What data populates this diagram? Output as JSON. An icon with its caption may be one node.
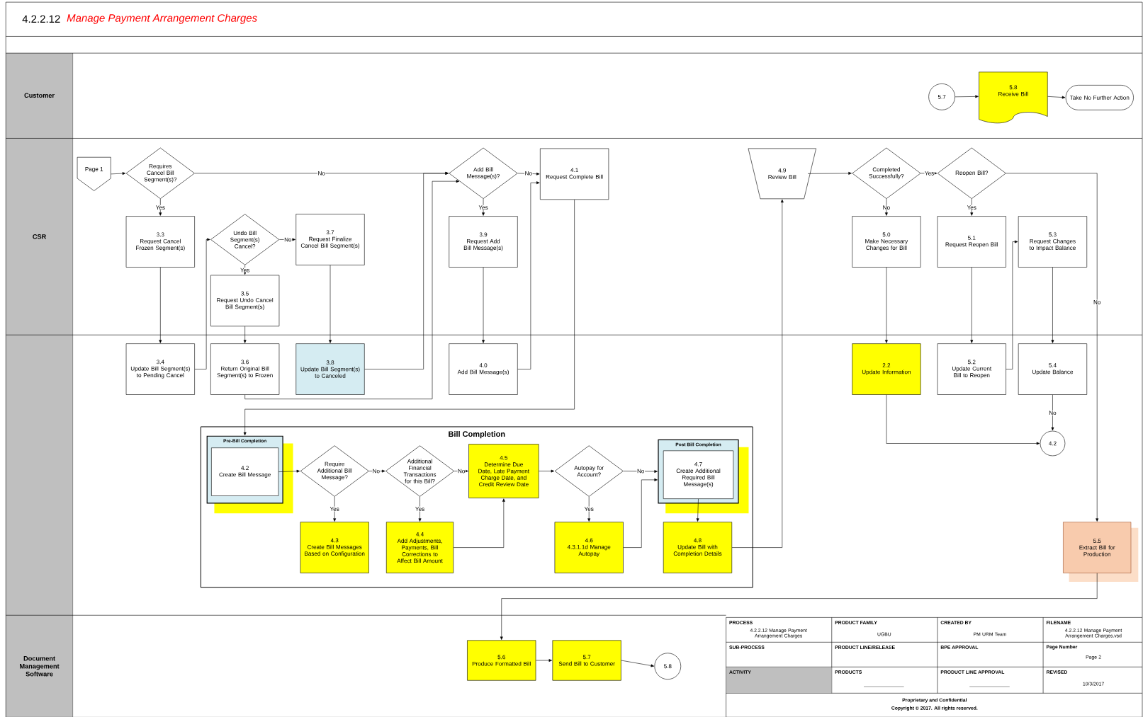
{
  "diagram": {
    "title": "Manage Payment Arrangement Charges",
    "nodes": [
      {
        "text": [
          "Page 1"
        ]
      },
      {
        "text": [
          "Requires Cancel Bill Segment(s)?"
        ]
      },
      {
        "text": [
          "3.3",
          "Request Cancel Frozen Segment(s)"
        ]
      },
      {
        "text": [
          "Undo Bill Segment(s) Cancel?"
        ]
      },
      {
        "text": [
          "3.7",
          "Request Finalize Cancel Bill Segment(s)"
        ]
      },
      {
        "text": [
          "3.5",
          "Request Undo Cancel Bill Segment(s)"
        ]
      },
      {
        "text": [
          "3.4",
          "Update Bill Segment(s) to Pending Cancel"
        ]
      },
      {
        "text": [
          "3.6",
          "Return Original Bill Segment(s) to Frozen"
        ]
      },
      {
        "text": [
          "3.8",
          "Update Bill Segment(s) to Canceled"
        ]
      },
      {
        "text": [
          "Add Bill Message(s)?"
        ]
      },
      {
        "text": [
          "4.1",
          "Request Complete Bill"
        ]
      },
      {
        "text": [
          "3.9",
          "Request Add Bill Message(s)"
        ]
      },
      {
        "text": [
          "4.0",
          "Add Bill Message(s)"
        ]
      },
      {
        "text": [
          "Bill Completion"
        ]
      },
      {
        "text": [
          "Pre-Bill Completion"
        ],
        "in": 13
      },
      {
        "text": [
          "4.2",
          "Create Bill Message"
        ],
        "in": 14
      },
      {
        "text": [
          "Require Additional Bill Message?"
        ],
        "in": 13
      },
      {
        "text": [
          "Additional Financial Transactions for this Bill?"
        ],
        "in": 13
      },
      {
        "text": [
          "4.5",
          "Determine Due Date, Late Payment Charge Date, and Credit Review Date"
        ],
        "in": 13
      },
      {
        "text": [
          "Autopay for Account?"
        ],
        "in": 13
      },
      {
        "text": [
          "Post Bill Completion"
        ],
        "in": 13
      },
      {
        "text": [
          "4.7",
          "Create Additional Required Bill Message(s)"
        ],
        "in": 20
      },
      {
        "text": [
          "4.3",
          "Create Bill Messages Based on Configuration"
        ],
        "in": 13
      },
      {
        "text": [
          "4.4",
          "Add Adjustments, Payments, Bill Corrections to Affect Bill Amount"
        ],
        "in": 13
      },
      {
        "text": [
          "4.6",
          "4.3.1.1d Manage Autopay"
        ],
        "in": 13
      },
      {
        "text": [
          "4.8",
          "Update Bill with Completion Details"
        ],
        "in": 13
      },
      {
        "text": [
          "4.9",
          "Review Bill"
        ]
      },
      {
        "text": [
          "Completed Successfully?"
        ]
      },
      {
        "text": [
          "Reopen Bill?"
        ]
      },
      {
        "text": [
          "5.0",
          "Make Necessary Changes for Bill"
        ]
      },
      {
        "text": [
          "5.1",
          "Request Reopen Bill"
        ]
      },
      {
        "text": [
          "5.3",
          "Request Changes to Impact Balance"
        ]
      },
      {
        "text": [
          "2.2",
          "Update Information"
        ]
      },
      {
        "text": [
          "5.2",
          "Update Current Bill to Reopen"
        ]
      },
      {
        "text": [
          "5.4",
          "Update Balance"
        ]
      },
      {
        "text": [
          "4.2"
        ]
      },
      {
        "text": [
          "5.5",
          "Extract Bill for Production"
        ]
      },
      {
        "text": [
          "5.7"
        ]
      },
      {
        "text": [
          "5.8",
          "Receive Bill"
        ]
      },
      {
        "text": [
          "Take No Further Action"
        ]
      },
      {
        "text": [
          "5.6",
          "Produce Formatted Bill"
        ]
      },
      {
        "text": [
          "5.7",
          "Send Bill to Customer"
        ]
      },
      {
        "text": [
          "5.8"
        ]
      }
    ],
    "edges": [
      {
        "from": 0,
        "to": 1,
        "arrow": "to"
      },
      {
        "from": 1,
        "to": 9,
        "arrow": "to",
        "label": "No"
      },
      {
        "from": 1,
        "to": 2,
        "arrow": "to",
        "label": "Yes"
      },
      {
        "from": 2,
        "to": 6,
        "arrow": "to"
      },
      {
        "from": 6,
        "to": 3,
        "arrow": "to"
      },
      {
        "from": 3,
        "to": 4,
        "arrow": "to",
        "label": "No"
      },
      {
        "from": 3,
        "to": 5,
        "arrow": "to",
        "label": "Yes"
      },
      {
        "from": 5,
        "to": 7,
        "arrow": "to"
      },
      {
        "from": 4,
        "to": 8,
        "arrow": "to"
      },
      {
        "from": 8,
        "to": 9,
        "arrow": "to"
      },
      {
        "from": 7,
        "to": 9,
        "arrow": "to"
      },
      {
        "from": 9,
        "to": 10,
        "arrow": "to",
        "label": "No"
      },
      {
        "from": 9,
        "to": 11,
        "arrow": "to",
        "label": "Yes"
      },
      {
        "from": 11,
        "to": 12,
        "arrow": "to"
      },
      {
        "from": 12,
        "to": 10,
        "arrow": "to"
      },
      {
        "from": 10,
        "to": 14,
        "arrow": "to"
      },
      {
        "from": 15,
        "to": 16,
        "arrow": "to"
      },
      {
        "from": 16,
        "to": 17,
        "arrow": "to",
        "label": "No"
      },
      {
        "from": 16,
        "to": 22,
        "arrow": "to",
        "label": "Yes"
      },
      {
        "from": 17,
        "to": 18,
        "arrow": "to",
        "label": "No"
      },
      {
        "from": 17,
        "to": 23,
        "arrow": "to",
        "label": "Yes"
      },
      {
        "from": 23,
        "to": 18,
        "arrow": "to"
      },
      {
        "from": 18,
        "to": 19,
        "arrow": "to"
      },
      {
        "from": 19,
        "to": 20,
        "arrow": "to",
        "label": "No"
      },
      {
        "from": 19,
        "to": 24,
        "arrow": "to",
        "label": "Yes"
      },
      {
        "from": 24,
        "to": 20,
        "arrow": "to"
      },
      {
        "from": 21,
        "to": 25,
        "arrow": "to"
      },
      {
        "from": 25,
        "to": 26,
        "arrow": "to"
      },
      {
        "from": 26,
        "to": 27,
        "arrow": "to"
      },
      {
        "from": 27,
        "to": 28,
        "arrow": "to",
        "label": "Yes"
      },
      {
        "from": 27,
        "to": 29,
        "arrow": "to",
        "label": "No"
      },
      {
        "from": 28,
        "to": 30,
        "arrow": "to",
        "label": "Yes"
      },
      {
        "from": 28,
        "to": 36,
        "arrow": "to",
        "label": "No"
      },
      {
        "from": 29,
        "to": 32,
        "arrow": "to"
      },
      {
        "from": 30,
        "to": 33,
        "arrow": "to"
      },
      {
        "from": 33,
        "to": 31,
        "arrow": "to"
      },
      {
        "from": 31,
        "to": 34,
        "arrow": "to"
      },
      {
        "from": 34,
        "to": 35,
        "arrow": "to",
        "label": "No"
      },
      {
        "from": 32,
        "to": 35,
        "arrow": "to"
      },
      {
        "from": 36,
        "to": 40,
        "arrow": "to"
      },
      {
        "from": 40,
        "to": 41,
        "arrow": "to"
      },
      {
        "from": 41,
        "to": 42,
        "arrow": "to"
      },
      {
        "from": 37,
        "to": 38,
        "arrow": "to"
      },
      {
        "from": 38,
        "to": 39,
        "arrow": "to"
      }
    ],
    "labels": [
      "4.2.2.12",
      "Customer",
      "CSR",
      "Document Management Software",
      "PROCESS",
      "4.2.2.12 Manage Payment Arrangement Charges",
      "PRODUCT FAMILY",
      "UGBU",
      "CREATED BY",
      "PM URM Team",
      "FILENAME",
      "4.2.2.12 Manage Payment Arrangement Charges.vsd",
      "SUB-PROCESS",
      "PRODUCT LINE/RELEASE",
      "BPE APPROVAL",
      "Page Number",
      "Page 2",
      "ACTIVITY",
      "PRODUCTS",
      "PRODUCT LINE APPROVAL",
      "REVISED",
      "10/3/2017",
      "Proprietary and Confidential",
      "Copyright © 2017. All rights reserved."
    ]
  }
}
